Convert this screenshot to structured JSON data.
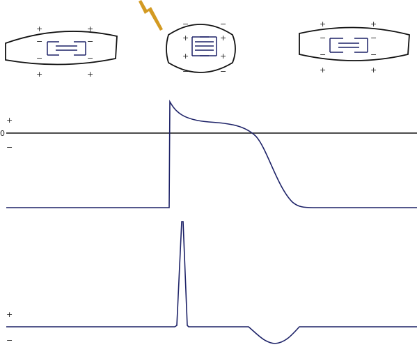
{
  "colors": {
    "outline": "#111111",
    "trace": "#1c2167",
    "sarcomere": "#1c2167",
    "stimulus": "#d39a22",
    "axis": "#111111"
  },
  "icons": {
    "stimulus": "lightning-bolt-icon"
  },
  "cells": [
    {
      "state": "resting",
      "inner_sign": "−",
      "outer_sign": "+"
    },
    {
      "state": "depolarized",
      "inner_sign": "+",
      "outer_sign": "−"
    },
    {
      "state": "repolarized",
      "inner_sign": "−",
      "outer_sign": "+"
    }
  ],
  "action_potential": {
    "zero_label": "0",
    "plus_label": "+",
    "minus_label": "−"
  },
  "ecg": {
    "plus_label": "+",
    "minus_label": "−"
  }
}
